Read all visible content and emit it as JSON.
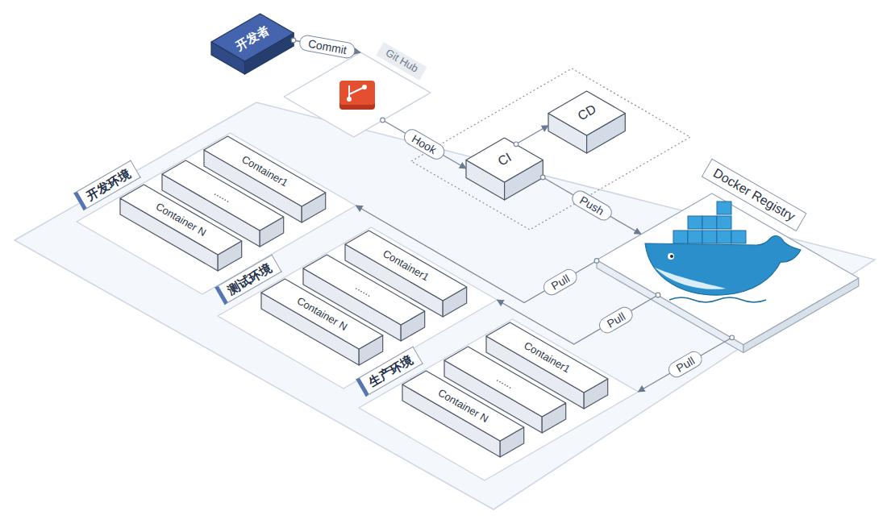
{
  "diagram": {
    "nodes": [
      {
        "text": [
          "开发者"
        ]
      },
      {
        "text": [
          "Git Hub"
        ]
      },
      {
        "text": [
          "CI"
        ]
      },
      {
        "text": [
          "CD"
        ]
      },
      {
        "text": [
          "Docker Registry"
        ]
      },
      {
        "text": [
          "开发环境"
        ]
      },
      {
        "text": [
          "Container1"
        ],
        "in": 5
      },
      {
        "text": [
          "......"
        ],
        "in": 5
      },
      {
        "text": [
          "Container N"
        ],
        "in": 5
      },
      {
        "text": [
          "测试环境"
        ]
      },
      {
        "text": [
          "Container1"
        ],
        "in": 9
      },
      {
        "text": [
          "......"
        ],
        "in": 9
      },
      {
        "text": [
          "Container N"
        ],
        "in": 9
      },
      {
        "text": [
          "生产环境"
        ]
      },
      {
        "text": [
          "Container1"
        ],
        "in": 13
      },
      {
        "text": [
          "......"
        ],
        "in": 13
      },
      {
        "text": [
          "Container N"
        ],
        "in": 13
      }
    ],
    "edges": [
      {
        "from": 0,
        "to": 1,
        "label": "Commit",
        "arrow": "to"
      },
      {
        "from": 1,
        "to": 2,
        "label": "Hook",
        "arrow": "to"
      },
      {
        "from": 2,
        "to": 3,
        "arrow": "to"
      },
      {
        "from": 2,
        "to": 4,
        "label": "Push",
        "arrow": "to"
      },
      {
        "from": 4,
        "to": 5,
        "label": "Pull",
        "arrow": "to"
      },
      {
        "from": 4,
        "to": 9,
        "label": "Pull",
        "arrow": "to"
      },
      {
        "from": 4,
        "to": 13,
        "label": "Pull",
        "arrow": "to"
      }
    ]
  }
}
